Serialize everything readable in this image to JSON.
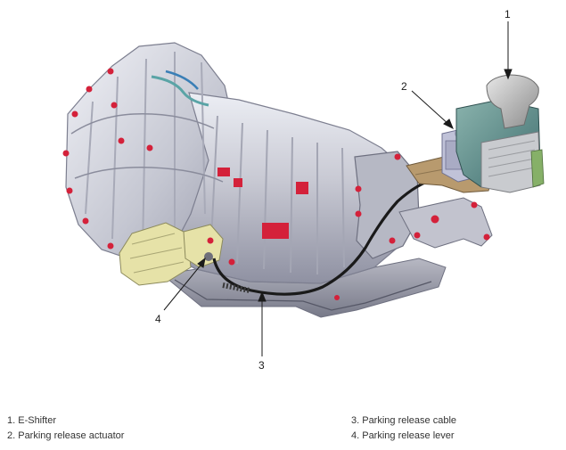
{
  "callouts": [
    {
      "number": "1",
      "label": "E-Shifter"
    },
    {
      "number": "2",
      "label": "Parking release actuator"
    },
    {
      "number": "3",
      "label": "Parking release cable"
    },
    {
      "number": "4",
      "label": "Parking release lever"
    }
  ],
  "legend": {
    "left": [
      "1. E-Shifter",
      "2. Parking release actuator"
    ],
    "right": [
      "3. Parking release cable",
      "4. Parking release lever"
    ]
  },
  "colors": {
    "housing": "#c8c9d3",
    "housing_shadow": "#8d8fa0",
    "bolt_red": "#d4213a",
    "actuator_yellow": "#e6e2a8",
    "bracket_tan": "#b89a6e",
    "shifter_teal": "#5d8a8a",
    "shifter_knob": "#b5b5b5",
    "cable": "#1a1a1a"
  }
}
